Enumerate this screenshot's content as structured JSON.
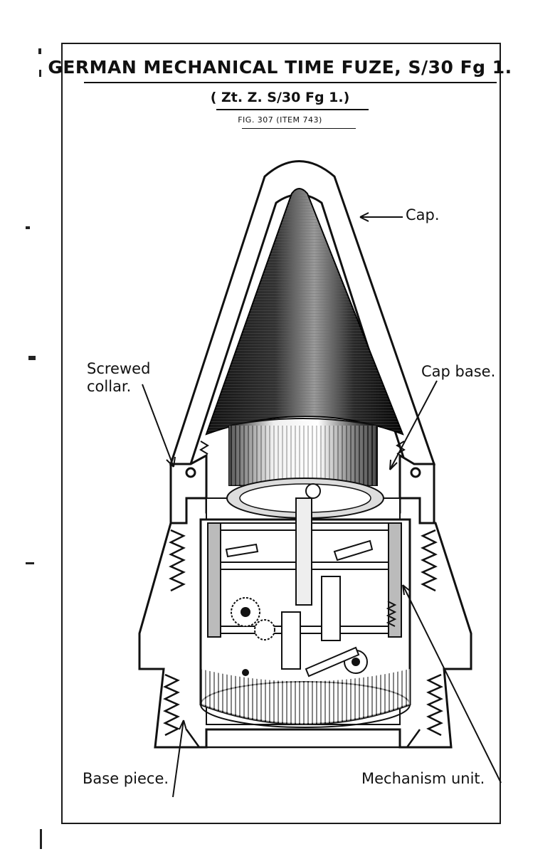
{
  "header": {
    "title": "GERMAN MECHANICAL TIME FUZE, S/30 Fg 1.",
    "subtitle": "( Zt. Z. S/30 Fg 1.)",
    "figure_ref": "FIG. 307 (ITEM 743)"
  },
  "labels": {
    "cap": "Cap.",
    "screwed_collar": "Screwed\ncollar.",
    "cap_base": "Cap base.",
    "base_piece": "Base piece.",
    "mechanism_unit": "Mechanism unit."
  }
}
